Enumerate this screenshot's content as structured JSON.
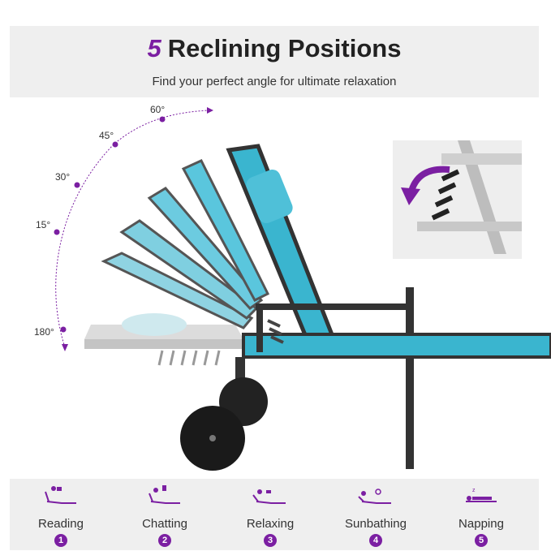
{
  "header": {
    "title_number": "5",
    "title_text": "Reclining Positions",
    "subtitle": "Find your perfect angle for ultimate relaxation"
  },
  "angles": [
    {
      "label": "60°"
    },
    {
      "label": "45°"
    },
    {
      "label": "30°"
    },
    {
      "label": "15°"
    },
    {
      "label": "180°"
    }
  ],
  "positions": [
    {
      "label": "Reading",
      "number": "1",
      "icon": "reading-icon"
    },
    {
      "label": "Chatting",
      "number": "2",
      "icon": "chatting-icon"
    },
    {
      "label": "Relaxing",
      "number": "3",
      "icon": "relaxing-icon"
    },
    {
      "label": "Sunbathing",
      "number": "4",
      "icon": "sunbathing-icon"
    },
    {
      "label": "Napping",
      "number": "5",
      "icon": "napping-icon"
    }
  ],
  "colors": {
    "accent": "#7b1fa2",
    "fabric": "#3ab5cf",
    "frame": "#3a3a3a",
    "ghost": "#bfbfbf"
  }
}
